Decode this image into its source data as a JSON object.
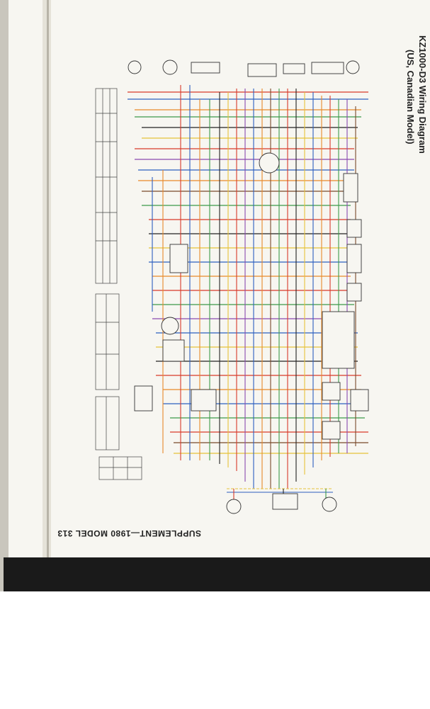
{
  "title": "KZ1000-D3 Wiring Diagram",
  "subtitle": "(US, Canadian Model)",
  "footer": "SUPPLEMENT—1980 MODEL 313",
  "colors": {
    "page": "#ffffff",
    "paper": "#f7f6f1",
    "binding_shadow": "#1a1a1a",
    "wire_red": "#d83a2a",
    "wire_blue": "#2d5fc0",
    "wire_orange": "#e88a2a",
    "wire_yellow": "#e6c23a",
    "wire_green": "#3c9a4a",
    "wire_brown": "#7a4a2a",
    "wire_black": "#222222",
    "wire_purple": "#8a4ab0"
  }
}
